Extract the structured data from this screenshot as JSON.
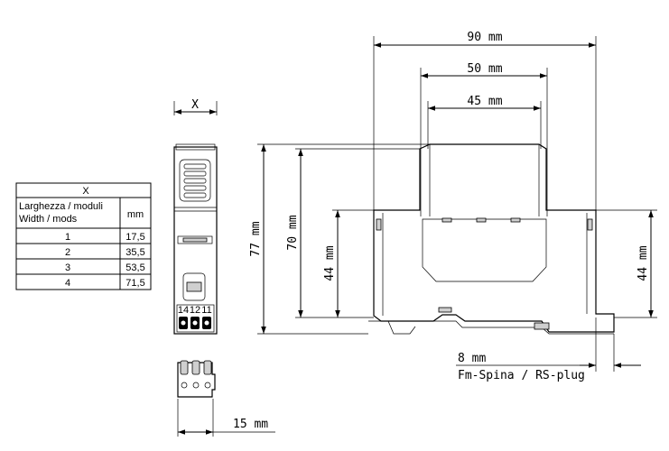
{
  "table": {
    "title": "X",
    "header_label_line1": "Larghezza / moduli",
    "header_label_line2": "Width / mods",
    "header_unit": "mm",
    "rows": [
      {
        "mods": "1",
        "mm": "17,5"
      },
      {
        "mods": "2",
        "mm": "35,5"
      },
      {
        "mods": "3",
        "mm": "53,5"
      },
      {
        "mods": "4",
        "mm": "71,5"
      }
    ]
  },
  "front_view": {
    "width_label": "X",
    "terminal_labels": [
      "14",
      "12",
      "11"
    ]
  },
  "plug_view": {
    "width_label": "15 mm"
  },
  "side_view": {
    "dim_90": "90 mm",
    "dim_50": "50 mm",
    "dim_45": "45 mm",
    "dim_77": "77 mm",
    "dim_70": "70 mm",
    "dim_44_left": "44 mm",
    "dim_44_right": "44 mm",
    "dim_8": "8 mm",
    "plug_note": "Fm-Spina / RS-plug"
  }
}
